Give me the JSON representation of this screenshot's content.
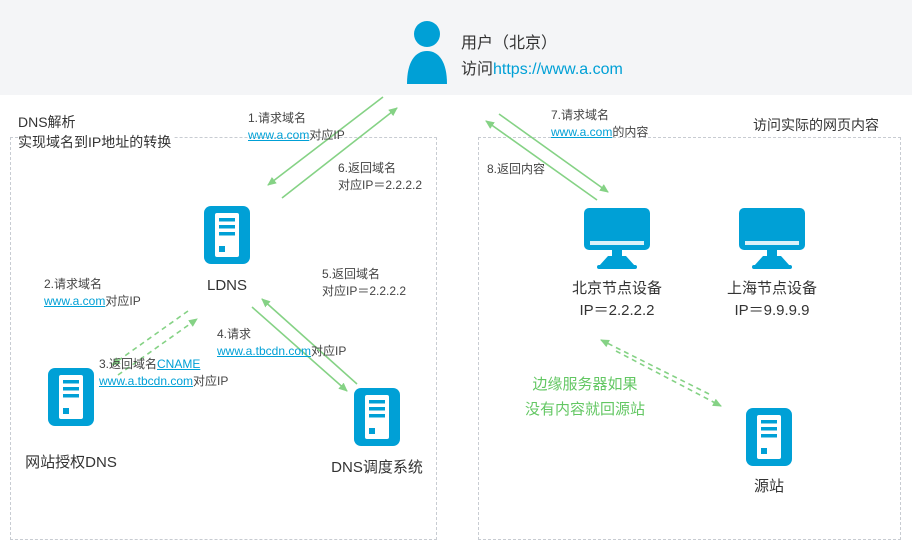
{
  "colors": {
    "accent": "#00a0d6",
    "arrow_green": "#85d285",
    "note_green": "#63c763",
    "header_bg": "#f4f5f7"
  },
  "header": {
    "user_label": "用户（北京）",
    "visit_prefix": "访问",
    "visit_url": "https://www.a.com"
  },
  "dns_panel": {
    "title_line1": "DNS解析",
    "title_line2": "实现域名到IP地址的转换",
    "ldns_label": "LDNS",
    "auth_dns_label": "网站授权DNS",
    "scheduler_label": "DNS调度系统"
  },
  "web_panel": {
    "title": "访问实际的网页内容",
    "beijing_label": "北京节点设备",
    "beijing_ip": "IP＝2.2.2.2",
    "shanghai_label": "上海节点设备",
    "shanghai_ip": "IP＝9.9.9.9",
    "origin_label": "源站",
    "note_line1": "边缘服务器如果",
    "note_line2": "没有内容就回源站"
  },
  "steps": {
    "s1": {
      "line1": "1.请求域名",
      "link": "www.a.com",
      "suffix": "对应IP"
    },
    "s2": {
      "line1": "2.请求域名",
      "link": "www.a.com",
      "suffix": "对应IP"
    },
    "s3": {
      "prefix": "3.返回域名",
      "link1": "CNAME",
      "link2": "www.a.tbcdn.com",
      "suffix": "对应IP"
    },
    "s4": {
      "line1": "4.请求",
      "link": "www.a.tbcdn.com",
      "suffix": "对应IP"
    },
    "s5": {
      "line1": "5.返回域名",
      "line2": "对应IP＝2.2.2.2"
    },
    "s6": {
      "line1": "6.返回域名",
      "line2": "对应IP＝2.2.2.2"
    },
    "s7": {
      "line1": "7.请求域名",
      "link": "www.a.com",
      "suffix": "的内容"
    },
    "s8": {
      "line1": "8.返回内容"
    }
  }
}
